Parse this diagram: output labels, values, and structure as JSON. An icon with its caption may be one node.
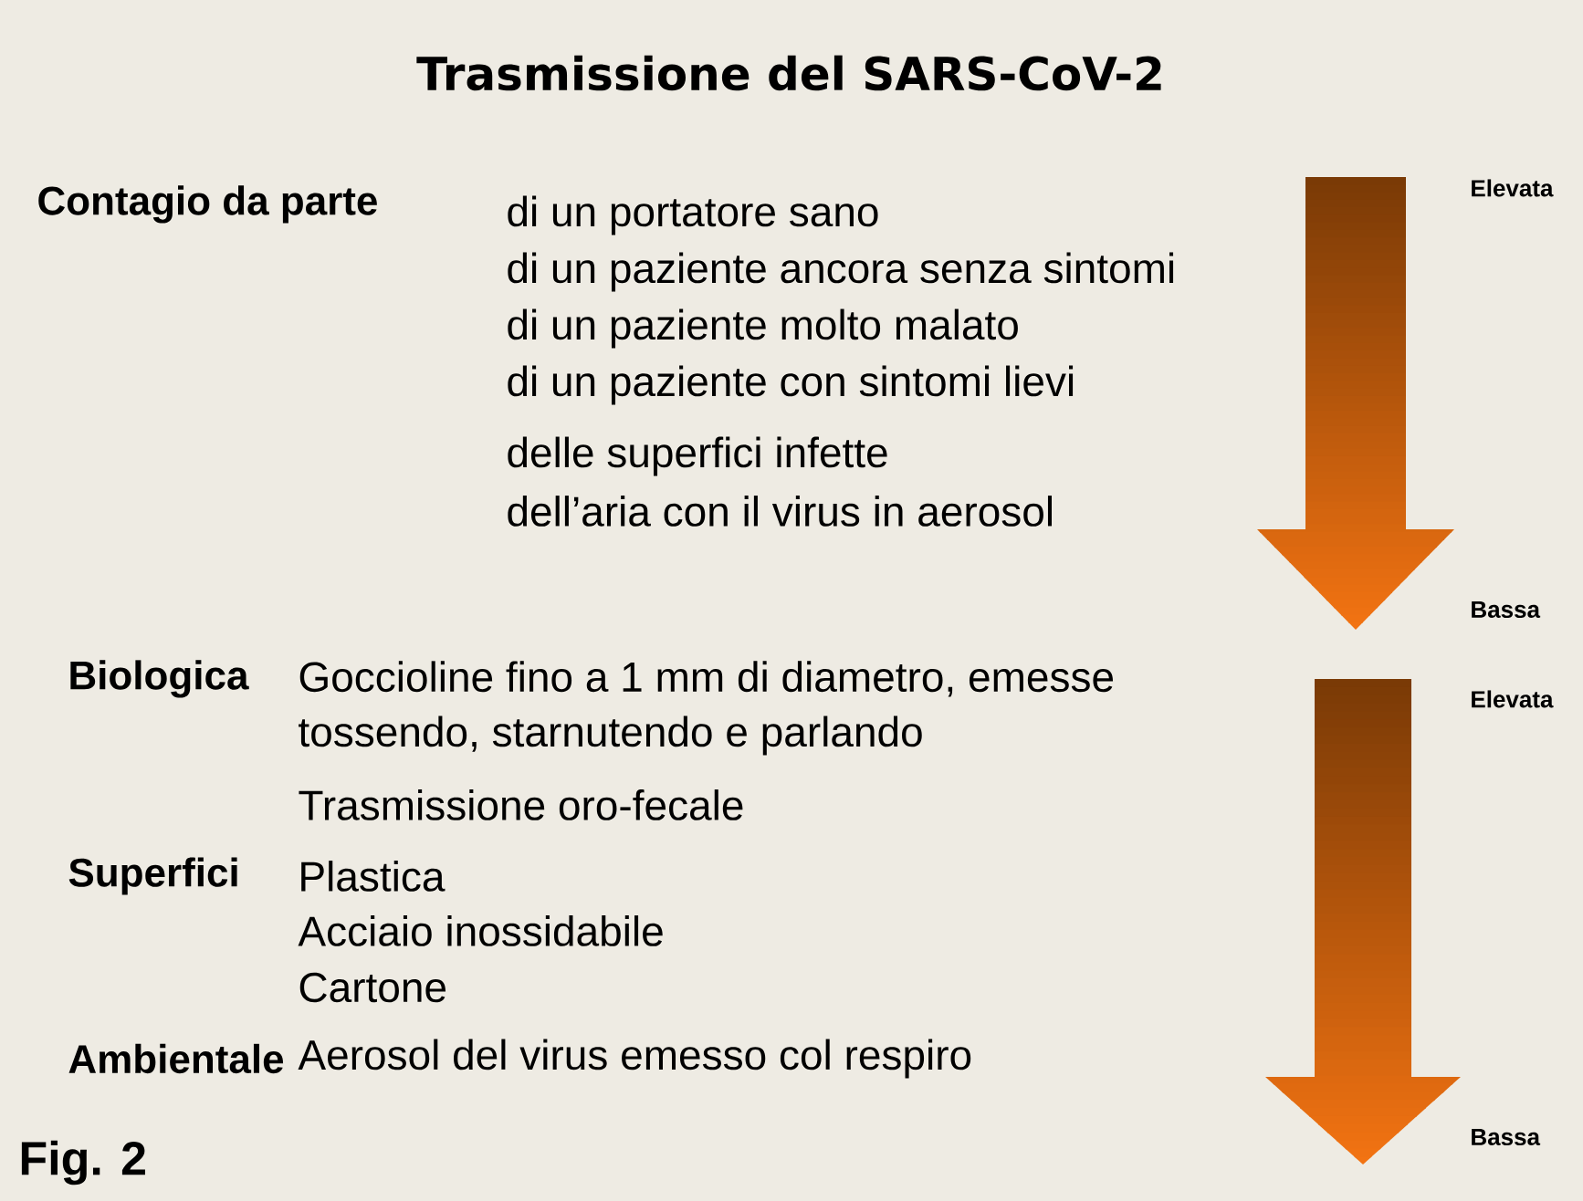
{
  "diagram": {
    "title": "Trasmissione del SARS-CoV-2",
    "labels": [
      "Contagio da parte",
      "di un portatore sano",
      "Elevata",
      "di un paziente ancora senza sintomi",
      "di un paziente molto malato",
      "di un paziente con sintomi lievi",
      "delle superfici infette",
      "dell’aria con il virus in aerosol",
      "Bassa",
      "Biologica",
      "Goccioline fino a 1 mm di diametro, emesse",
      "Elevata",
      "tossendo, starnutendo e parlando",
      "Trasmissione oro-fecale",
      "Superfici",
      "Plastica",
      "Acciaio inossidabile",
      "Cartone",
      "Ambientale",
      "Aerosol del virus emesso col respiro",
      "Bassa",
      "Fig. 2"
    ]
  }
}
